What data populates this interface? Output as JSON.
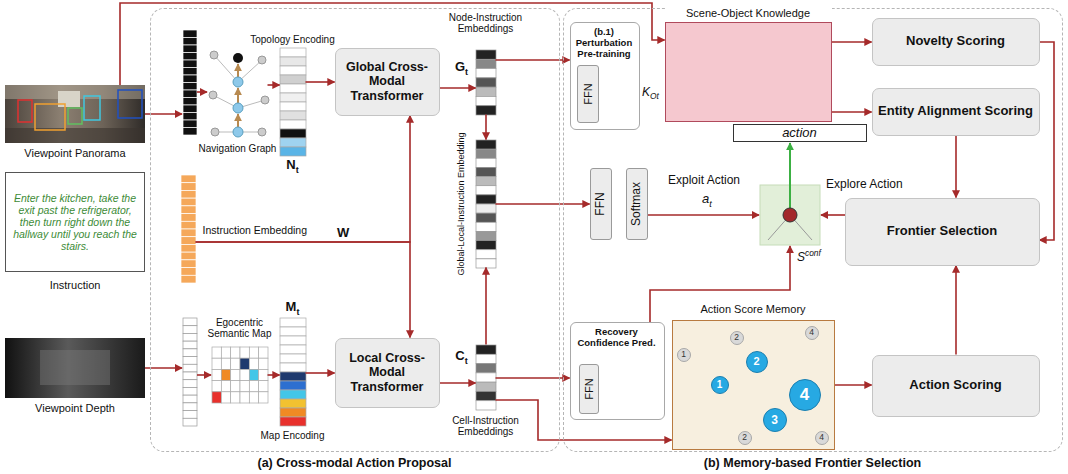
{
  "diagram": {
    "nodes": [
      {
        "text": [
          "Viewpoint Panorama"
        ]
      },
      {
        "text": [
          "Enter the kitchen, take the exit past the refrigerator, then turn right down the hallway until you reach the stairs.",
          "Instruction"
        ]
      },
      {
        "text": [
          "Viewpoint Depth"
        ]
      },
      {
        "text": [
          "(a) Cross-modal Action Proposal"
        ]
      },
      {
        "text": [
          "Navigation Graph"
        ],
        "in": 3
      },
      {
        "text": [
          "Topology Encoding",
          "Nt"
        ],
        "in": 3
      },
      {
        "text": [
          "Global Cross-Modal Transformer"
        ],
        "in": 3
      },
      {
        "text": [
          "Instruction Embedding"
        ],
        "in": 3
      },
      {
        "text": [
          "Egocentric Semantic Map"
        ],
        "in": 3
      },
      {
        "text": [
          "Mt",
          "Map Encoding"
        ],
        "in": 3
      },
      {
        "text": [
          "Local Cross-Modal Transformer"
        ],
        "in": 3
      },
      {
        "text": [
          "Node-Instruction Embeddings",
          "Gt"
        ],
        "in": 3
      },
      {
        "text": [
          "Global-Local-Instruction Embedding"
        ],
        "in": 3
      },
      {
        "text": [
          "Ct",
          "Cell-Instruction Embeddings"
        ],
        "in": 3
      },
      {
        "text": [
          "(b) Memory-based Frontier Selection"
        ]
      },
      {
        "text": [
          "(b.1) Perturbation Pre-training"
        ],
        "in": 14
      },
      {
        "text": [
          "FFN"
        ],
        "in": 15
      },
      {
        "text": [
          "Scene-Object Knowledge"
        ],
        "in": 14
      },
      {
        "text": [
          "Novelty Scoring"
        ],
        "in": 14
      },
      {
        "text": [
          "Entity Alignment Scoring"
        ],
        "in": 14
      },
      {
        "text": [
          "action"
        ],
        "in": 14
      },
      {
        "text": [
          "FFN"
        ],
        "in": 14
      },
      {
        "text": [
          "Softmax"
        ],
        "in": 14
      },
      {
        "text": [
          "Frontier Selection"
        ],
        "in": 14
      },
      {
        "text": [
          "Recovery Confidence Pred."
        ],
        "in": 14
      },
      {
        "text": [
          "FFN"
        ],
        "in": 24
      },
      {
        "text": [
          "Action Score Memory"
        ],
        "in": 14
      },
      {
        "text": [
          "1"
        ],
        "in": 26
      },
      {
        "text": [
          "2"
        ],
        "in": 26
      },
      {
        "text": [
          "4"
        ],
        "in": 26
      },
      {
        "text": [
          "1"
        ],
        "in": 26
      },
      {
        "text": [
          "2"
        ],
        "in": 26
      },
      {
        "text": [
          "4"
        ],
        "in": 26
      },
      {
        "text": [
          "3"
        ],
        "in": 26
      },
      {
        "text": [
          "2"
        ],
        "in": 26
      },
      {
        "text": [
          "4"
        ],
        "in": 26
      },
      {
        "text": [
          "Action Scoring"
        ],
        "in": 14
      }
    ],
    "edges": [
      {
        "from": 0,
        "to": 17,
        "arrow": "to"
      },
      {
        "from": 4,
        "to": 5,
        "arrow": "to"
      },
      {
        "from": 5,
        "to": 6,
        "arrow": "to"
      },
      {
        "from": 7,
        "to": 6,
        "arrow": "to"
      },
      {
        "from": 7,
        "to": 10,
        "arrow": "to"
      },
      {
        "from": 8,
        "to": 9,
        "arrow": "to"
      },
      {
        "from": 9,
        "to": 10,
        "arrow": "to"
      },
      {
        "from": 6,
        "to": 11,
        "arrow": "to"
      },
      {
        "from": 10,
        "to": 13,
        "arrow": "to"
      },
      {
        "from": 11,
        "to": 12,
        "arrow": "to"
      },
      {
        "from": 13,
        "to": 12,
        "arrow": "to"
      },
      {
        "from": 11,
        "to": 15,
        "arrow": "to"
      },
      {
        "from": 12,
        "to": 21,
        "arrow": "to"
      },
      {
        "from": 13,
        "to": 24,
        "arrow": "to"
      },
      {
        "from": 13,
        "to": 26,
        "arrow": "to"
      },
      {
        "from": 26,
        "to": 36,
        "arrow": "to"
      },
      {
        "from": 36,
        "to": 23,
        "arrow": "to"
      },
      {
        "from": 17,
        "to": 18,
        "arrow": "to"
      },
      {
        "from": 17,
        "to": 19,
        "arrow": "to"
      },
      {
        "from": 18,
        "to": 23,
        "arrow": "to"
      },
      {
        "from": 19,
        "to": 23,
        "arrow": "to"
      },
      {
        "from": 27,
        "to": 30,
        "arrow": "none"
      },
      {
        "from": 30,
        "to": 31,
        "arrow": "none"
      },
      {
        "from": 31,
        "to": 28,
        "arrow": "none"
      },
      {
        "from": 31,
        "to": 32,
        "arrow": "none"
      },
      {
        "from": 30,
        "to": 33,
        "arrow": "none"
      },
      {
        "from": 33,
        "to": 34,
        "arrow": "none"
      },
      {
        "from": 33,
        "to": 32,
        "arrow": "none"
      },
      {
        "from": 32,
        "to": 29,
        "arrow": "none"
      },
      {
        "from": 32,
        "to": 35,
        "arrow": "none"
      }
    ],
    "labels": [
      "W",
      "Exploit Action",
      "at",
      "Explore Action",
      "Sconf",
      "KOt"
    ]
  }
}
